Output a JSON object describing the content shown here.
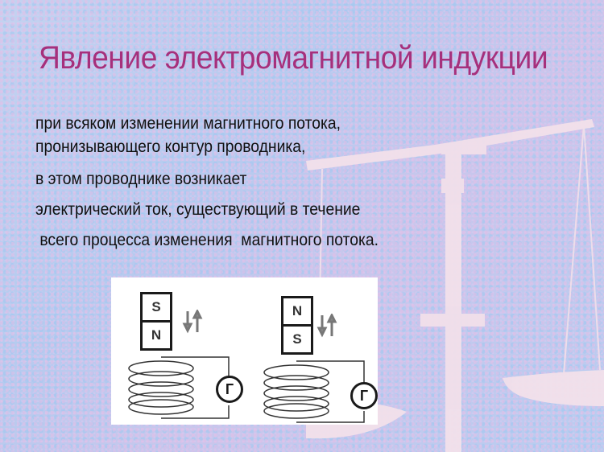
{
  "slide": {
    "title": "Явление электромагнитной индукции",
    "paragraphs": [
      "при всяком изменении магнитного потока,",
      "пронизывающего контур проводника,",
      "в этом проводнике возникает",
      "электрический ток, существующий в течение",
      " всего процесса изменения  магнитного потока."
    ],
    "colors": {
      "title": "#a6307c",
      "text": "#111111",
      "background": "#b9cdee",
      "scale": "#f3dfea"
    }
  },
  "diagram": {
    "left": {
      "magnet_top": "S",
      "magnet_bottom": "N",
      "arrows": "up-down",
      "galvanometer_label": "Г"
    },
    "right": {
      "magnet_top": "N",
      "magnet_bottom": "S",
      "arrows": "up-down",
      "galvanometer_label": "Г"
    }
  },
  "icons": {
    "background_decoration": "balance-scale-icon",
    "motion_arrows": "double-arrow-icon",
    "galvanometer": "galvanometer-icon",
    "coil": "coil-icon"
  }
}
